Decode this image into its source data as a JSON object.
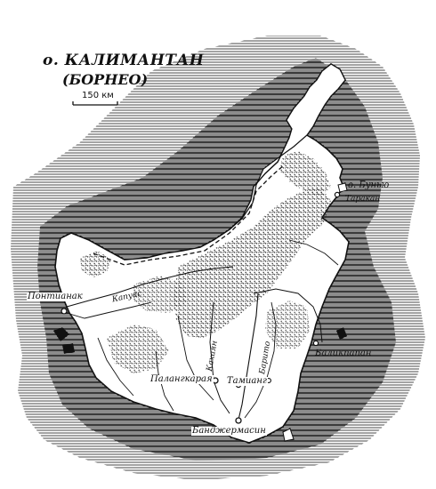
{
  "map": {
    "title": "о. КАЛИМАНТАН",
    "subtitle": "(БОРНЕО)",
    "scale_label": "150 км"
  },
  "places": {
    "bunyu": "о. Бунью",
    "tarakan": "Таракан",
    "pontianak": "Понтианак",
    "balikpapan": "Баликпапан",
    "palangkaraya": "Палангкарая",
    "tamiyang": "Тамианг",
    "banjarmasin": "Банджермасин"
  },
  "rivers": {
    "kapuas": "Капуас",
    "kahayan": "Кахаян",
    "barito": "Барито"
  },
  "colors": {
    "ink": "#111111",
    "hatch": "#555555",
    "land": "#ffffff",
    "relief": "#3a3a3a"
  }
}
